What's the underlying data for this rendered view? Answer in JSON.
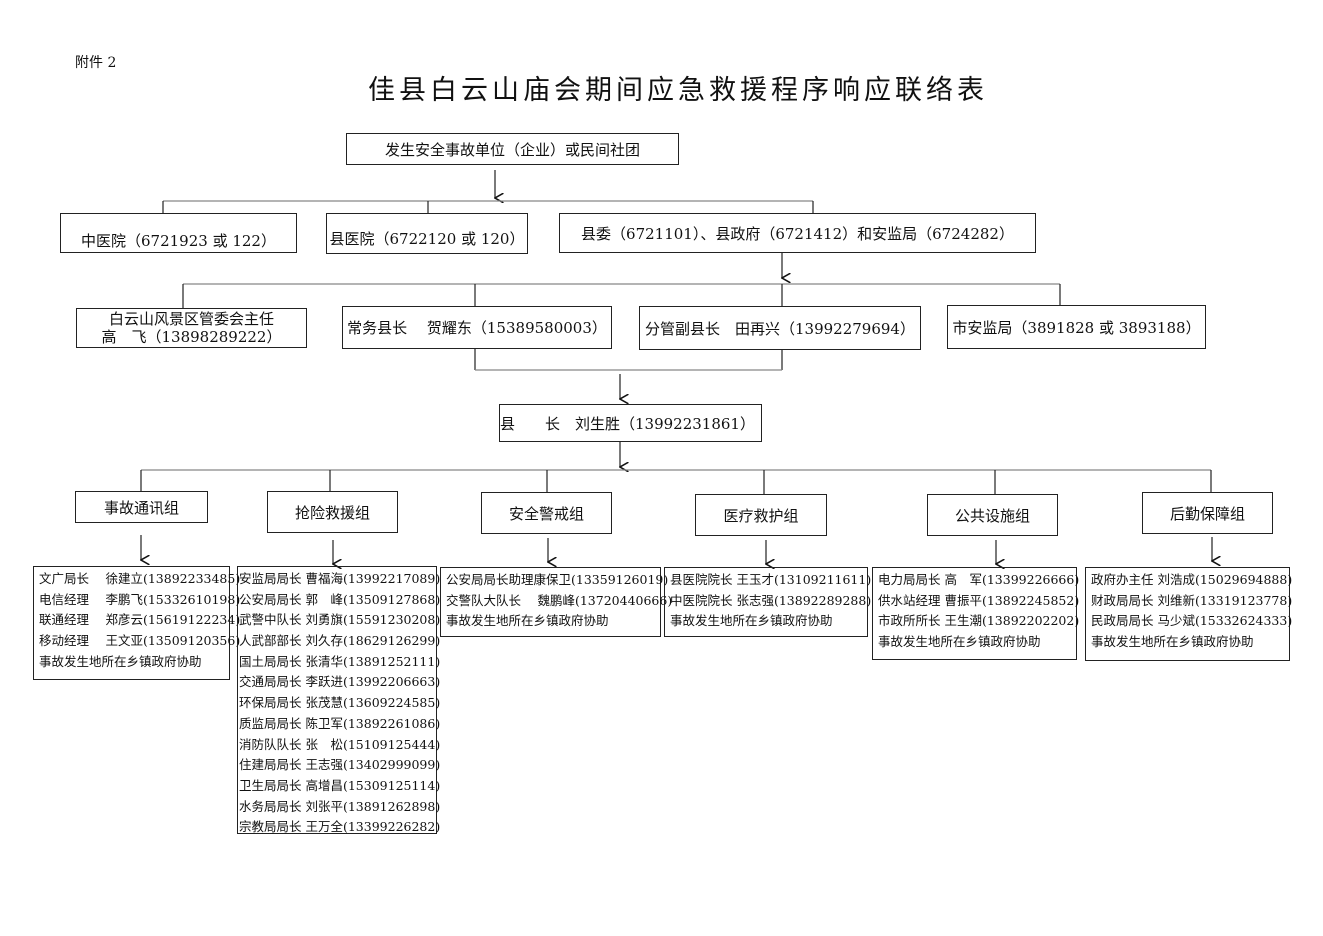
{
  "attachment": "附件 2",
  "title": "佳县白云山庙会期间应急救援程序响应联络表",
  "level1": "发生安全事故单位（企业）或民间社团",
  "level2": [
    "中医院（6721923 或 122）",
    "县医院（6722120 或 120）",
    "县委（6721101）、县政府（6721412）和安监局（6724282）"
  ],
  "level3": {
    "baiyunshan_line1": "白云山风景区管委会主任",
    "baiyunshan_line2": "高　飞（13898289222）",
    "changwu": "常务县长　 贺耀东（15389580003）",
    "fenguan": "分管副县长　田再兴（13992279694）",
    "shianjian": "市安监局（3891828 或 3893188）"
  },
  "county_head": "县　　长　刘生胜（13992231861）",
  "groups": [
    {
      "name": "事故通讯组",
      "members": [
        "文广局长　 徐建立(13892233485)",
        "电信经理　 李鹏飞(15332610198)",
        "联通经理　 郑彦云(15619122234)",
        "移动经理　 王文亚(13509120356)",
        "事故发生地所在乡镇政府协助"
      ]
    },
    {
      "name": "抢险救援组",
      "members": [
        "安监局局长  曹福海(13992217089)",
        "公安局局长  郭　峰(13509127868)",
        "武警中队长  刘勇旗(15591230208)",
        "人武部部长  刘久存(18629126299)",
        "国土局局长  张清华(13891252111)",
        "交通局局长  李跃进(13992206663)",
        "环保局局长  张茂慧(13609224585)",
        "质监局局长  陈卫军(13892261086)",
        "消防队队长  张　松(15109125444)",
        "住建局局长  王志强(13402999099)",
        "卫生局局长  高增昌(15309125114)",
        "水务局局长  刘张平(13891262898)",
        "宗教局局长  王万全(13399226282)"
      ]
    },
    {
      "name": "安全警戒组",
      "members": [
        "公安局局长助理康保卫(13359126019)",
        "交警队大队长　 魏鹏峰(13720440666)",
        "事故发生地所在乡镇政府协助"
      ]
    },
    {
      "name": "医疗救护组",
      "members": [
        "县医院院长  王玉才(13109211611)",
        "中医院院长  张志强(13892289288)",
        "事故发生地所在乡镇政府协助"
      ]
    },
    {
      "name": "公共设施组",
      "members": [
        "电力局局长  高　军(13399226666)",
        "供水站经理  曹振平(13892245852)",
        "市政所所长  王生潮(13892202202)",
        "事故发生地所在乡镇政府协助"
      ]
    },
    {
      "name": "后勤保障组",
      "members": [
        "政府办主任  刘浩成(15029694888)",
        "财政局局长  刘维新(13319123778)",
        "民政局局长  马少斌(15332624333)",
        "事故发生地所在乡镇政府协助"
      ]
    }
  ]
}
